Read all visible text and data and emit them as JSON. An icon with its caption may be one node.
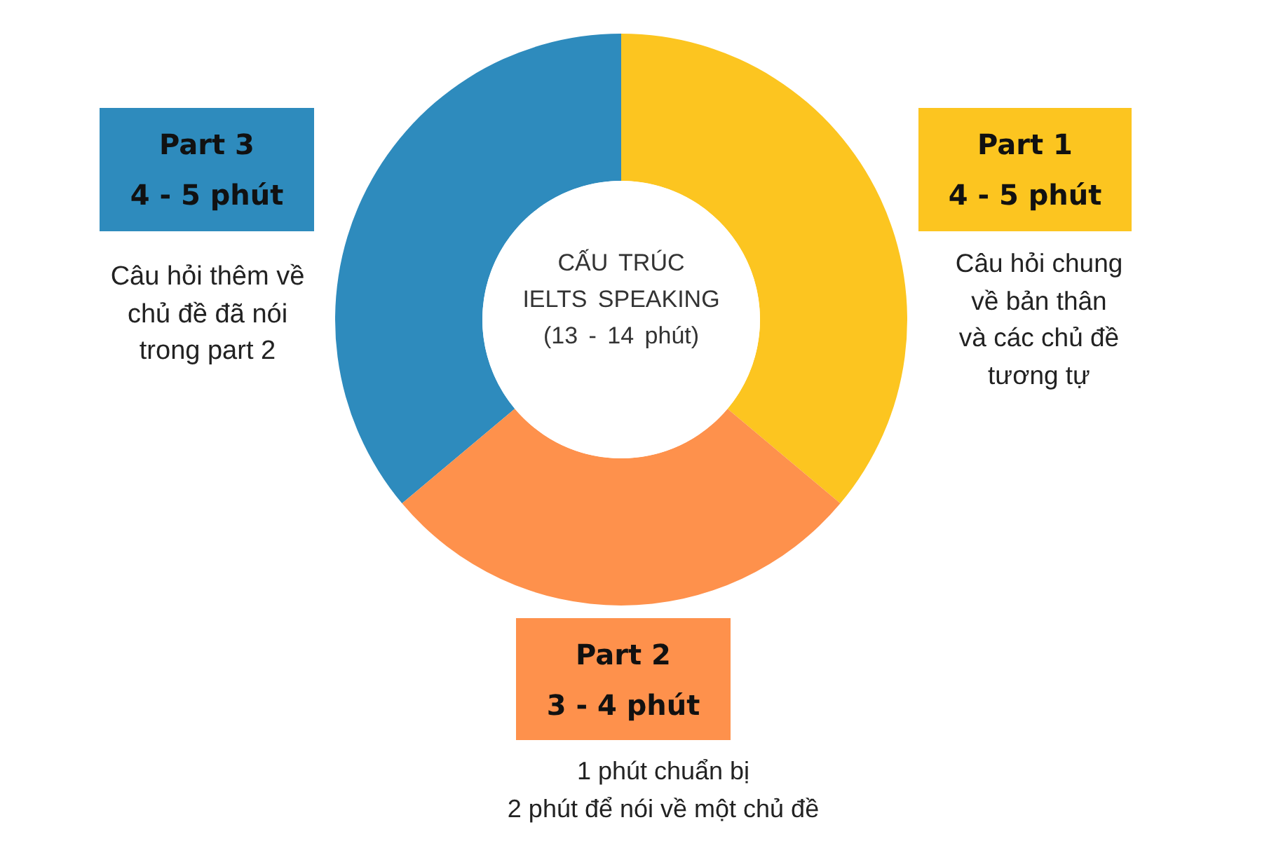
{
  "diagram": {
    "nodes": [
      {
        "text": [
          "Part 3",
          "4 - 5 phút"
        ],
        "beside": [
          "Câu hỏi thêm về chủ đề đã nói trong part 2"
        ]
      },
      {
        "text": [
          "Part 1",
          "4 - 5 phút"
        ],
        "beside": [
          "Câu hỏi chung về bản thân và các chủ đề tương tự"
        ]
      },
      {
        "text": [
          "CẤU TRÚC IELTS SPEAKING",
          "(13 - 14 phút)"
        ]
      },
      {
        "text": [
          "Part 2",
          "3 - 4 phút"
        ],
        "beside": [
          "1 phút chuẩn bị",
          "2 phút để nói về một chủ đề"
        ]
      }
    ]
  }
}
